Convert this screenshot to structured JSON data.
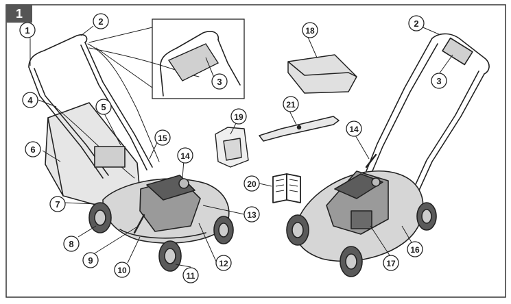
{
  "figure": {
    "number": "1"
  },
  "callouts": [
    "1",
    "2",
    "3",
    "4",
    "5",
    "6",
    "7",
    "8",
    "9",
    "10",
    "11",
    "12",
    "13",
    "14",
    "15",
    "16",
    "17",
    "18",
    "19",
    "20",
    "21",
    "2",
    "3",
    "14"
  ],
  "colors": {
    "border": "#333333",
    "badge": "#555555",
    "line": "#222222",
    "part_fill": "#dcdcdc",
    "part_dark": "#8a8a8a"
  }
}
